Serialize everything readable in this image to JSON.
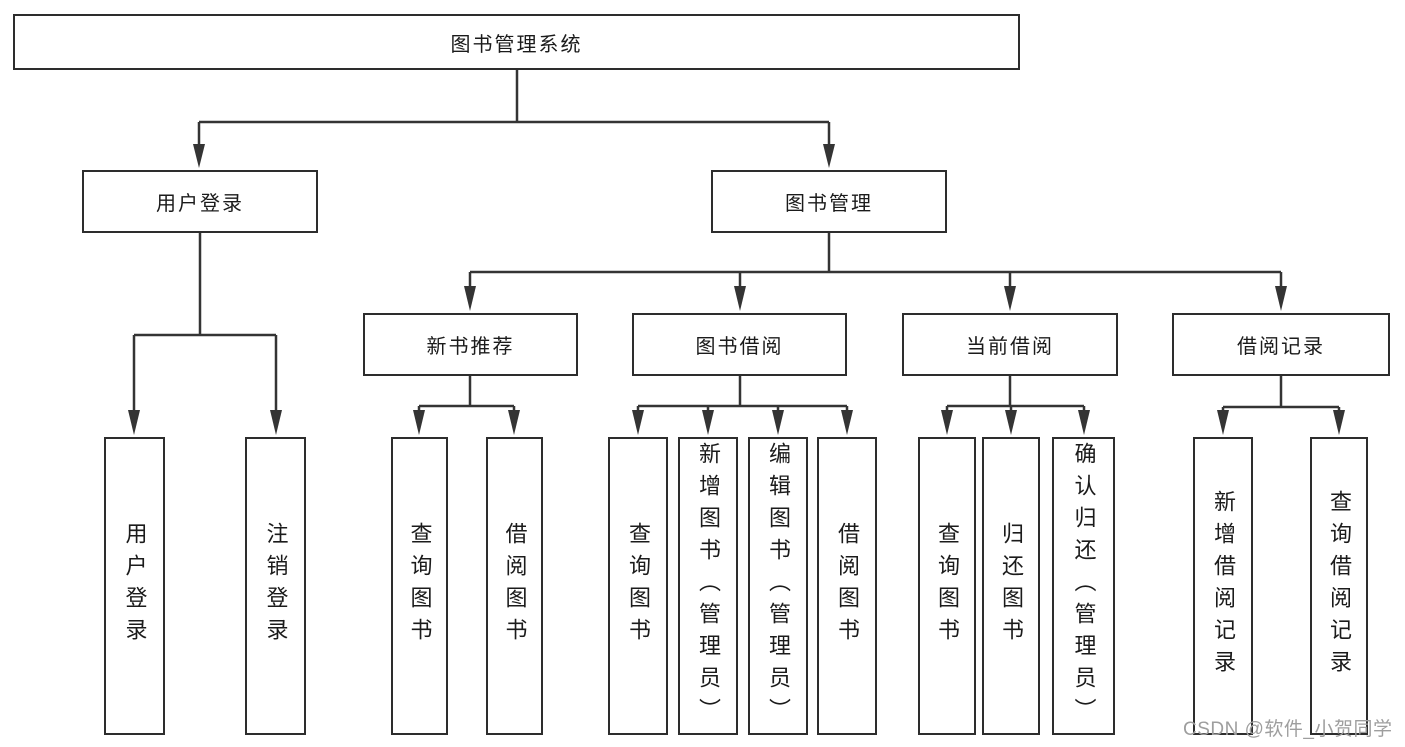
{
  "diagram": {
    "root": {
      "label": "图书管理系统"
    },
    "branches": [
      {
        "label": "用户登录",
        "children": [
          {
            "label": "用户登录"
          },
          {
            "label": "注销登录"
          }
        ]
      },
      {
        "label": "图书管理",
        "children": [
          {
            "label": "新书推荐",
            "children": [
              {
                "label": "查询图书"
              },
              {
                "label": "借阅图书"
              }
            ]
          },
          {
            "label": "图书借阅",
            "children": [
              {
                "label": "查询图书"
              },
              {
                "label": "新增图书（管理员）"
              },
              {
                "label": "编辑图书（管理员）"
              },
              {
                "label": "借阅图书"
              }
            ]
          },
          {
            "label": "当前借阅",
            "children": [
              {
                "label": "查询图书"
              },
              {
                "label": "归还图书"
              },
              {
                "label": "确认归还（管理员）"
              }
            ]
          },
          {
            "label": "借阅记录",
            "children": [
              {
                "label": "新增借阅记录"
              },
              {
                "label": "查询借阅记录"
              }
            ]
          }
        ]
      }
    ]
  },
  "watermark": {
    "text": "CSDN @软件_小贺同学"
  },
  "colors": {
    "line": "#343434",
    "border": "#2d2d2d",
    "text": "#1b1b1b",
    "watermark": "#9e9e9e",
    "bg": "#ffffff"
  }
}
